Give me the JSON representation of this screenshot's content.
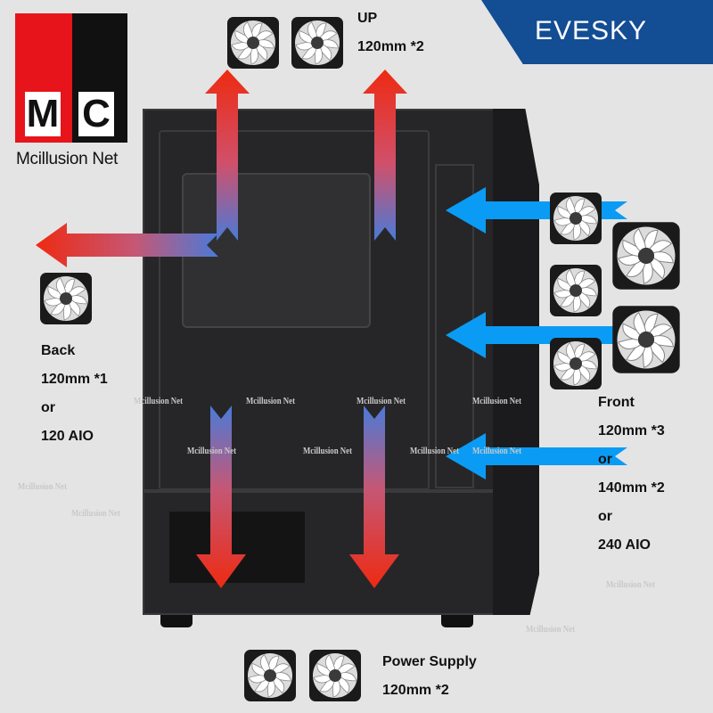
{
  "logo": {
    "letters": [
      "M",
      "C"
    ],
    "name": "Mcillusion Net",
    "red": "#e8141b"
  },
  "brand": "EVESKY",
  "labels": {
    "up": [
      "UP",
      "120mm *2"
    ],
    "back": [
      "Back",
      "120mm *1",
      "or",
      "120 AIO"
    ],
    "front": [
      "Front",
      "120mm *3",
      "or",
      "140mm *2",
      "or",
      "240 AIO"
    ],
    "psu": [
      "Power Supply",
      "120mm *2"
    ]
  },
  "watermark": "Mcillusion Net",
  "colors": {
    "exhaust": "#e8321c",
    "intake": "#0a9cf5",
    "case": "#262628"
  }
}
